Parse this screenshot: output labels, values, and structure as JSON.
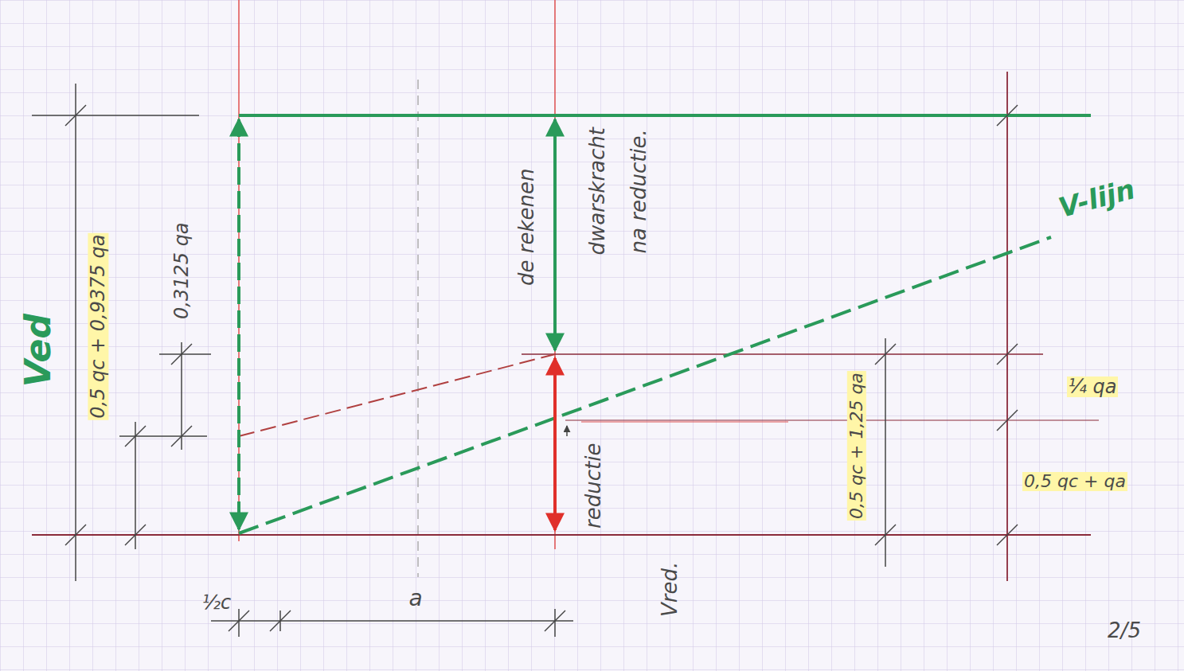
{
  "diagram": {
    "labels": [
      "Ved",
      "0,5 qc + 0,9375 qa",
      "0,3125 qa",
      "de rekenen",
      "dwarskracht",
      "na reductie.",
      "V-lijn",
      "0,5 qc + 1,25 qa",
      "¼ qa",
      "0,5 qc + qa",
      "reductie",
      "Vred.",
      "½c",
      "a",
      "2/5"
    ]
  }
}
